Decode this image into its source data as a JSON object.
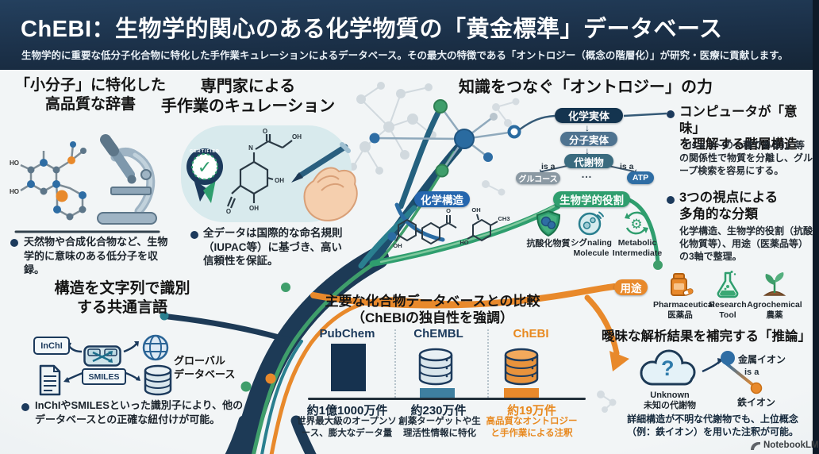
{
  "header": {
    "title": "ChEBI：生物学的関心のある化学物質の「黄金標準」データベース",
    "subtitle": "生物学的に重要な低分子化合物に特化した手作業キュレーションによるデータベース。その最大の特徴である「オントロジー（概念の階層化）」が研究・医療に貢献します。"
  },
  "dictionary": {
    "heading1": "「小分子」に特化した",
    "heading2": "高品質な辞書",
    "bullet": "天然物や合成化合物など、生物学的に意味のある低分子を収録。"
  },
  "curation": {
    "heading1": "専門家による",
    "heading2": "手作業のキュレーション",
    "badge": "CERTIFIED",
    "bullet": "全データは国際的な命名規則（IUPAC等）に基づき、高い信頼性を保証。"
  },
  "ontology": {
    "heading": "知識をつなぐ「オントロジー」の力",
    "level1": "化学実体",
    "level2": "分子実体",
    "level3": "代謝物",
    "isa_left": "is a",
    "isa_right": "is a",
    "leaf_left": "グルコース",
    "ellipsis": "…",
    "leaf_right": "ATP"
  },
  "hierarchy_note": {
    "heading1": "コンピュータが「意味」",
    "heading2": "を理解する階層構造",
    "body": "「is a（〜の一種である）」等の関係性で物質を分離し、グループ検索を容易にする。"
  },
  "classification": {
    "heading1": "3つの視点による",
    "heading2": "多角的な分類",
    "body": "化学構造、生物学的役割（抗酸化物質等）、用途（医薬品等）の3軸で整理。",
    "use_icons": [
      {
        "line1": "Pharmaceutical",
        "line2": "医薬品"
      },
      {
        "line1": "Research",
        "line2": "Tool"
      },
      {
        "line1": "Agrochemical",
        "line2": "農薬"
      }
    ]
  },
  "branches": {
    "chemical": "化学構造",
    "biological": "生物学的役割",
    "application": "用途",
    "role_icons": [
      {
        "line1": "抗酸化物質",
        "line2": ""
      },
      {
        "line1": "シグnaling",
        "line2": "Molecule"
      },
      {
        "line1": "Metabolic",
        "line2": "Intermediate"
      }
    ]
  },
  "inference": {
    "heading": "曖昧な解析結果を補完する「推論」",
    "cloud_mark": "?",
    "unknown1": "Unknown",
    "unknown2": "未知の代謝物",
    "node_top": "金属イオン",
    "isa": "is a",
    "node_bottom": "鉄イオン",
    "body": "詳細構造が不明な代謝物でも、上位概念（例：鉄イオン）を用いた注釈が可能。"
  },
  "identifiers": {
    "heading1": "構造を文字列で識別",
    "heading2": "する共通言語",
    "tag_inchi": "InChI",
    "tag_smiles": "SMILES",
    "global1": "グローバル",
    "global2": "データベース",
    "bullet": "InChIやSMILESといった識別子により、他のデータベースとの正確な紐付けが可能。"
  },
  "chart_data": {
    "type": "bar",
    "title": "主要な化合物データベースとの比較",
    "subtitle": "（ChEBIの独自性を強調）",
    "categories": [
      "PubChem",
      "ChEMBL",
      "ChEBI"
    ],
    "counts": [
      "約1億1000万件",
      "約230万件",
      "約19万件"
    ],
    "descriptions": [
      "世界最大級のオープンソース、膨大なデータ量",
      "創薬ターゲットや生理活性情報に特化",
      "高品質なオントロジーと手作業による注釈"
    ],
    "values_approx": [
      110000000,
      2300000,
      190000
    ],
    "colors": [
      "#16324f",
      "#3e7fa0",
      "#e8892b"
    ],
    "highlight_index": 2
  },
  "atoms": {
    "oh": "OH",
    "ho": "HO",
    "ch3": "CH3",
    "o": "O",
    "n": "N"
  },
  "footer": {
    "brand": "NotebookLM"
  },
  "colors": {
    "navy": "#1c3a5c",
    "blue": "#2d6fa3",
    "teal": "#2a7f8f",
    "green": "#2f9e6e",
    "orange": "#e8892b",
    "chebi_orange": "#e8891f"
  }
}
